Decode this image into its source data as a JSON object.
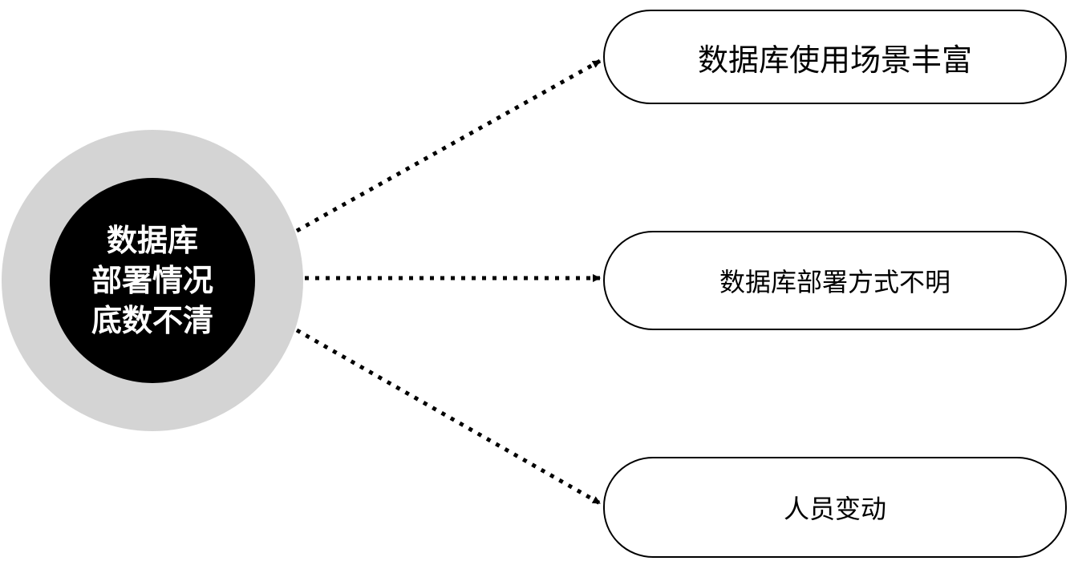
{
  "center": {
    "lines": [
      "数据库",
      "部署情况",
      "底数不清"
    ]
  },
  "nodes": [
    {
      "label": "数据库使用场景丰富"
    },
    {
      "label": "数据库部署方式不明"
    },
    {
      "label": "人员变动"
    }
  ]
}
